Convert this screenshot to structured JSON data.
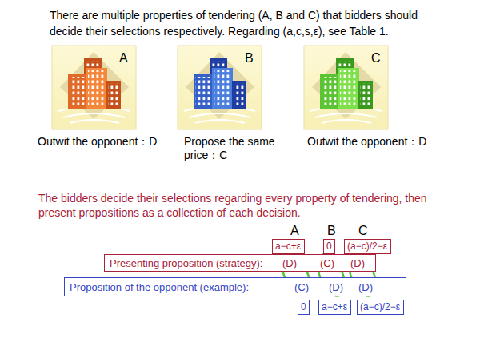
{
  "diagram": {
    "title": "There are multiple properties of tendering (A, B and C) that bidders should decide their selections respectively. Regarding (a,c,s,ε), see Table 1.",
    "nodes": [
      {
        "text": [
          "A",
          "Outwit the opponent：D"
        ]
      },
      {
        "text": [
          "B",
          "Propose the same price：C"
        ]
      },
      {
        "text": [
          "C",
          "Outwit the opponent：D"
        ]
      },
      {
        "text": [
          "a−c+ε"
        ]
      },
      {
        "text": [
          "0"
        ]
      },
      {
        "text": [
          "(a−c)/2−ε"
        ]
      },
      {
        "text": [
          "Presenting proposition (strategy):",
          "(D)",
          "(C)",
          "(D)"
        ]
      },
      {
        "text": [
          "Proposition of the opponent (example):",
          "(C)",
          "(D)",
          "(D)"
        ]
      },
      {
        "text": [
          "0"
        ]
      },
      {
        "text": [
          "a−c+ε"
        ]
      },
      {
        "text": [
          "(a−c)/2−ε"
        ]
      }
    ],
    "labels": [
      "The bidders decide their selections regarding every property of tendering, then present propositions as a collection of each decision.",
      "A",
      "B",
      "C"
    ]
  }
}
